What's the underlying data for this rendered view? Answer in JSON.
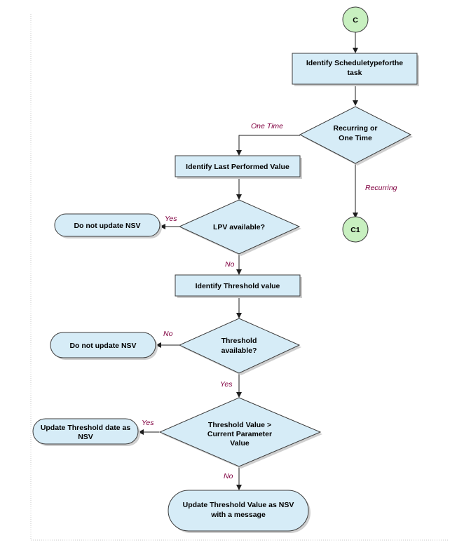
{
  "nodes": {
    "start_c": "C",
    "identify_schedule": [
      "Identify  Scheduletypeforthe",
      "task"
    ],
    "recurring_decision": [
      "Recurring or",
      "One Time"
    ],
    "connector_c1": "C1",
    "identify_lpv": "Identify Last Performed  Value",
    "lpv_decision": "LPV available?",
    "no_update_1": "Do not update NSV",
    "identify_threshold": "Identify Threshold  value",
    "threshold_decision": [
      "Threshold",
      "available?"
    ],
    "no_update_2": "Do not update NSV",
    "compare_decision": [
      "Threshold Value >",
      "Current Parameter",
      "Value"
    ],
    "update_date": [
      "Update Threshold date as",
      "NSV"
    ],
    "update_value": [
      "Update Threshold Value as NSV",
      "with a message"
    ]
  },
  "edge_labels": {
    "one_time": "One Time",
    "recurring": "Recurring",
    "lpv_yes": "Yes",
    "lpv_no": "No",
    "threshold_no": "No",
    "threshold_yes": "Yes",
    "compare_yes": "Yes",
    "compare_no": "No"
  },
  "colors": {
    "shape_fill": "#d6ecf7",
    "start_fill": "#c8f0c0",
    "label_color": "#800040"
  }
}
